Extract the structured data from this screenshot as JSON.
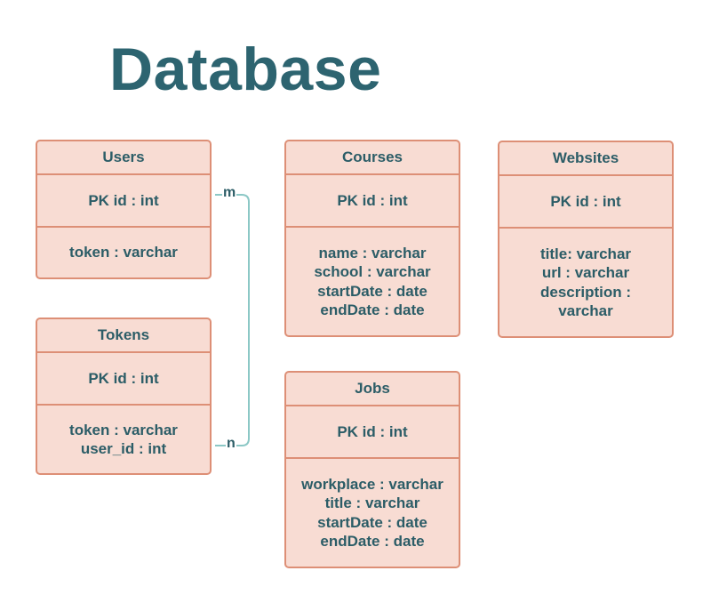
{
  "title": "Database",
  "entities": {
    "users": {
      "name": "Users",
      "pk": "PK id : int",
      "fields": [
        "token : varchar"
      ]
    },
    "tokens": {
      "name": "Tokens",
      "pk": "PK id : int",
      "fields": [
        "token : varchar",
        "user_id : int"
      ]
    },
    "courses": {
      "name": "Courses",
      "pk": "PK id : int",
      "fields": [
        "name : varchar",
        "school : varchar",
        "startDate : date",
        "endDate : date"
      ]
    },
    "jobs": {
      "name": "Jobs",
      "pk": "PK id : int",
      "fields": [
        "workplace : varchar",
        "title : varchar",
        "startDate : date",
        "endDate : date"
      ]
    },
    "websites": {
      "name": "Websites",
      "pk": "PK id : int",
      "fields": [
        "title: varchar",
        "url : varchar",
        "description :",
        "varchar"
      ]
    }
  },
  "relationship": {
    "from": "Users",
    "to": "Tokens",
    "from_cardinality": "m",
    "to_cardinality": "n",
    "line_color": "#8cc8c6"
  },
  "colors": {
    "title": "#2d6470",
    "text": "#2c5d67",
    "entity_fill": "#f8dcd3",
    "entity_border": "#dd8f76"
  }
}
